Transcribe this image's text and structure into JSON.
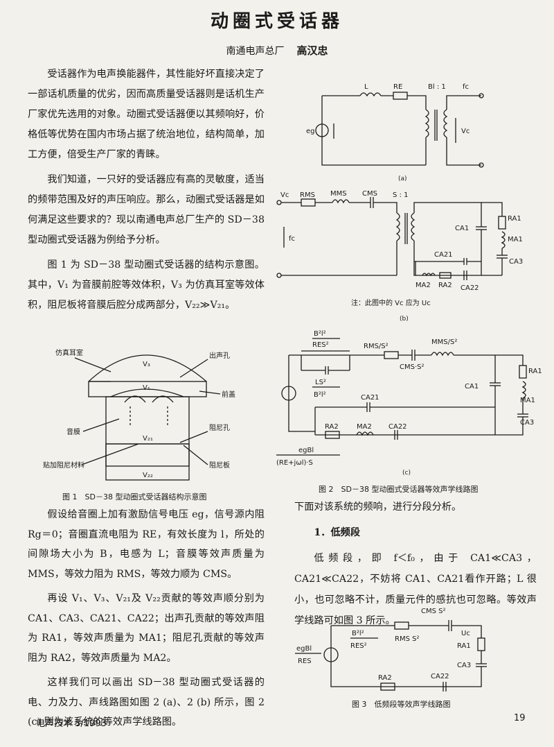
{
  "title": "动圈式受话器",
  "author": {
    "org": "南通电声总厂",
    "name": "高汉忠"
  },
  "left_col": {
    "p1": "受话器作为电声换能器件，其性能好坏直接决定了一部话机质量的优劣，因而高质量受话器则是话机生产厂家优先选用的对象。动圈式受话器便以其频响好，价格低等优势在国内市场占据了统治地位，结构简单，加工方便，倍受生产厂家的青睐。",
    "p2": "我们知道，一只好的受话器应有高的灵敏度，适当的频带范围及好的声压响应。那么，动圈式受话器是如何满足这些要求的？现以南通电声总厂生产的 SD－38 型动圈式受话器为例给予分析。",
    "p3": "图 1 为 SD－38 型动圈式受话器的结构示意图。其中，V₁ 为音膜前腔等效体积，V₃ 为仿真耳室等效体积，阻尼板将音膜后腔分成两部分，V₂₂≫V₂₁。",
    "p4": "假设给音圈上加有激励信号电压 eg，信号源内阻 Rg＝0；音圈直流电阻为 RE，有效长度为 l，所处的间隙场大小为 B，电感为 L；音膜等效声质量为 MMS，等效力阻为 RMS，等效力顺为 CMS。",
    "p5": "再设 V₁、V₃、V₂₁及 V₂₂贡献的等效声顺分别为 CA1、CA3、CA21、CA22；出声孔贡献的等效声阻为 RA1，等效声质量为 MA1；阻尼孔贡献的等效声阻为 RA2，等效声质量为 MA2。",
    "p6": "这样我们可以画出 SD－38 型动圈式受话器的电、力及力、声线路图如图 2 (a)、2 (b) 所示，图 2 (c) 则为该系统的等效声学线路图。"
  },
  "fig1": {
    "caption": "图 1　SD－38 型动圈式受话器结构示意图",
    "labels": {
      "ear": "仿真耳室",
      "outlet": "出声孔",
      "front": "前盖",
      "diaphragm": "音膜",
      "damp_hole": "阻尼孔",
      "damp_mat": "贴加阻尼材料",
      "damp_plate": "阻尼板",
      "v3": "V₃",
      "v1": "V₁",
      "v21": "V₂₁",
      "v22": "V₂₂"
    }
  },
  "fig2": {
    "a": {
      "L": "L",
      "RE": "RE",
      "ratio": "Bl : 1",
      "fc": "fc",
      "eg": "eg",
      "vc": "Vc",
      "sub": "(a)"
    },
    "b": {
      "vc": "Vc",
      "rms": "RMS",
      "mms": "MMS",
      "cms": "CMS",
      "ratio": "S : 1",
      "fc": "fc",
      "ca1": "CA1",
      "ra1": "RA1",
      "ma1": "MA1",
      "ca21": "CA21",
      "ca3": "CA3",
      "ma2": "MA2",
      "ra2": "RA2",
      "ca22": "CA22",
      "note": "注：此图中的 Vc 应为 Uc",
      "sub": "(b)"
    },
    "c": {
      "frac1_num": "B²l²",
      "frac1_den": "RES²",
      "rms": "RMS/S²",
      "mms": "MMS/S²",
      "cms": "CMS·S²",
      "frac2_num": "LS²",
      "frac2_den": "B²l²",
      "ca21": "CA21",
      "ca1": "CA1",
      "ra1": "RA1",
      "ma1": "MA1",
      "ca3": "CA3",
      "ra2": "RA2",
      "ma2": "MA2",
      "ca22": "CA22",
      "src_num": "egBl",
      "src_den": "(RE+jωl)·S",
      "sub": "(c)"
    },
    "caption": "图 2　SD－38 型动圈式受话器等效声学线路图"
  },
  "right_col": {
    "intro": "下面对该系统的频响，进行分段分析。",
    "sec1": "1．低频段",
    "p1": "低频段，即 f＜f₀，由于 CA1≪CA3，CA21≪CA22，不妨将 CA1、CA21看作开路；L 很小，也可忽略不计，质量元件的感抗也可忽略。等效声学线路可如图 3 所示。"
  },
  "fig3": {
    "cms": "CMS S²",
    "frac_num": "B²l²",
    "frac_den": "RES²",
    "rms": "RMS S²",
    "uc": "Uc",
    "src_num": "egBl",
    "src_den": "RES",
    "ra1": "RA1",
    "ca3": "CA3",
    "ra2": "RA2",
    "ca22": "CA22",
    "caption": "图 3　低频段等效声学线路图"
  },
  "footer": {
    "journal": "电声技术 3/1993",
    "page": "19"
  }
}
